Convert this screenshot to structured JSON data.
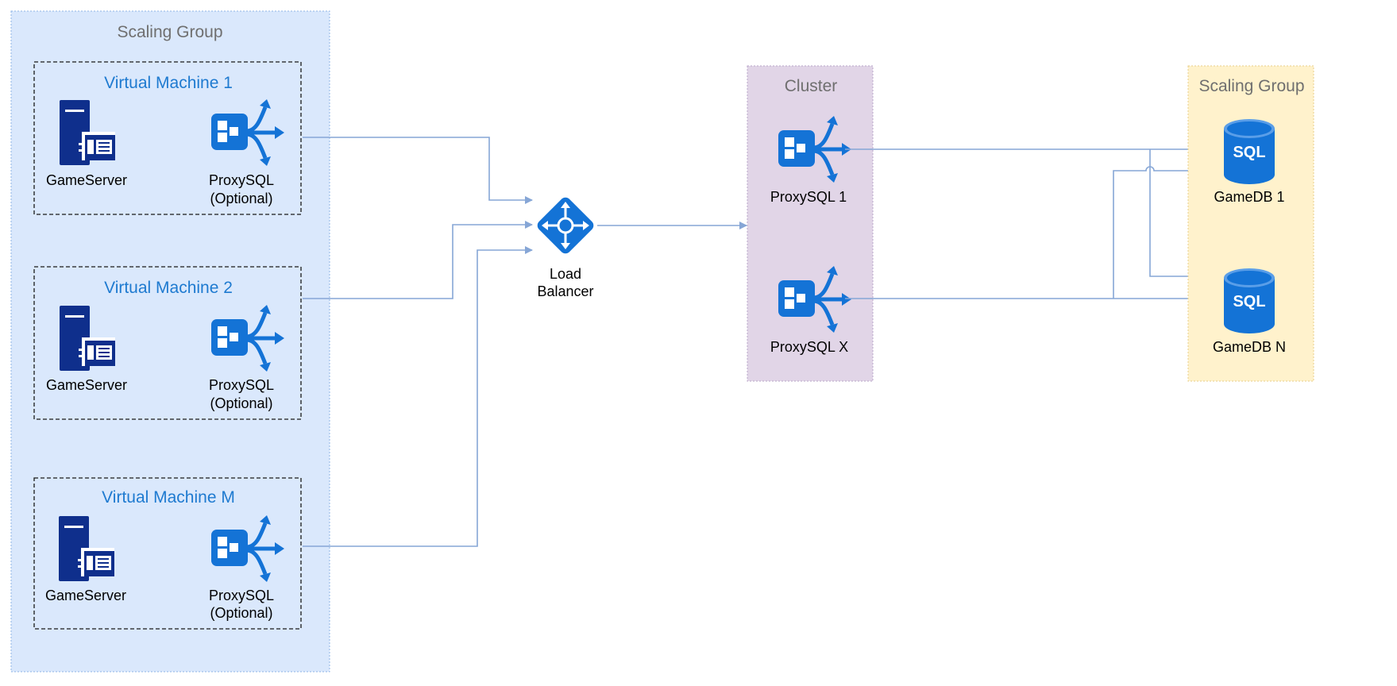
{
  "left_group": {
    "title": "Scaling Group",
    "machines": [
      {
        "title": "Virtual Machine 1",
        "server_label": "GameServer",
        "proxy_label_1": "ProxySQL",
        "proxy_label_2": "(Optional)"
      },
      {
        "title": "Virtual Machine 2",
        "server_label": "GameServer",
        "proxy_label_1": "ProxySQL",
        "proxy_label_2": "(Optional)"
      },
      {
        "title": "Virtual Machine M",
        "server_label": "GameServer",
        "proxy_label_1": "ProxySQL",
        "proxy_label_2": "(Optional)"
      }
    ]
  },
  "load_balancer": {
    "label_1": "Load",
    "label_2": "Balancer"
  },
  "cluster": {
    "title": "Cluster",
    "nodes": [
      {
        "label": "ProxySQL 1"
      },
      {
        "label": "ProxySQL X"
      }
    ]
  },
  "right_group": {
    "title": "Scaling Group",
    "databases": [
      {
        "label": "GameDB 1",
        "icon_text": "SQL"
      },
      {
        "label": "GameDB N",
        "icon_text": "SQL"
      }
    ]
  },
  "colors": {
    "left_group_fill": "#dae8fc",
    "left_group_stroke": "#8fb4e6",
    "cluster_fill": "#e1d5e7",
    "cluster_stroke": "#b9a6c8",
    "right_group_fill": "#fff2cc",
    "right_group_stroke": "#e8cf8a",
    "vm_title": "#1e7ad0",
    "group_title": "#6f6f6f",
    "icon_blue": "#1473d6",
    "server_navy": "#0f2f8c",
    "connector": "#86a6d6"
  }
}
